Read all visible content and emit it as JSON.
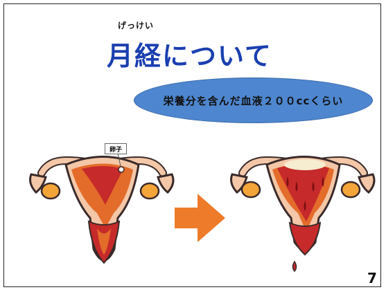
{
  "slide": {
    "furigana": "げっけい",
    "title": "月経について",
    "bubble_text": "栄養分を含んだ血液２００ccくらい",
    "diagram_label": "卵子",
    "page_number": "7"
  },
  "colors": {
    "title": "#1a3fb0",
    "bubble": "#4e86cf",
    "arrow": "#ee7b2a",
    "uterus_outer": "#f3c7a7",
    "uterus_wall": "#e46c2b",
    "lining": "#c62a2a",
    "ovary": "#f4a53a"
  }
}
